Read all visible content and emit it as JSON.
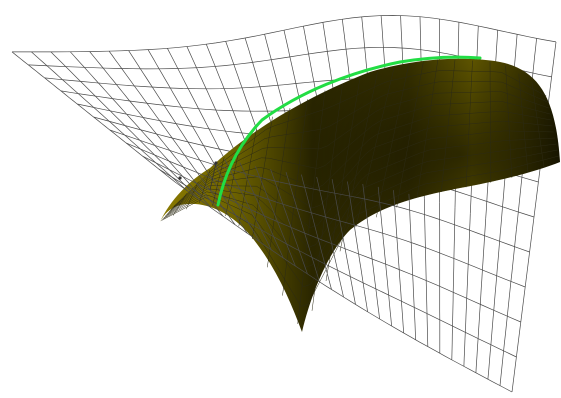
{
  "viewport": {
    "background": "#ffffff"
  },
  "colors": {
    "mesh_line": "#4a4a4a",
    "surface_light": "#8a7a00",
    "surface_mid": "#6e6300",
    "surface_dark": "#141200",
    "surface_grid": "#2c2a14",
    "isocurve": "#22dd44",
    "point_marker": "#333333"
  },
  "objects": [
    {
      "name": "wireframe-mesh-surface",
      "kind": "mesh",
      "rows": 10,
      "cols": 28
    },
    {
      "name": "shaded-arch-surface",
      "kind": "surface",
      "rows": 12,
      "cols": 24
    },
    {
      "name": "highlighted-isocurve",
      "kind": "curve"
    }
  ]
}
